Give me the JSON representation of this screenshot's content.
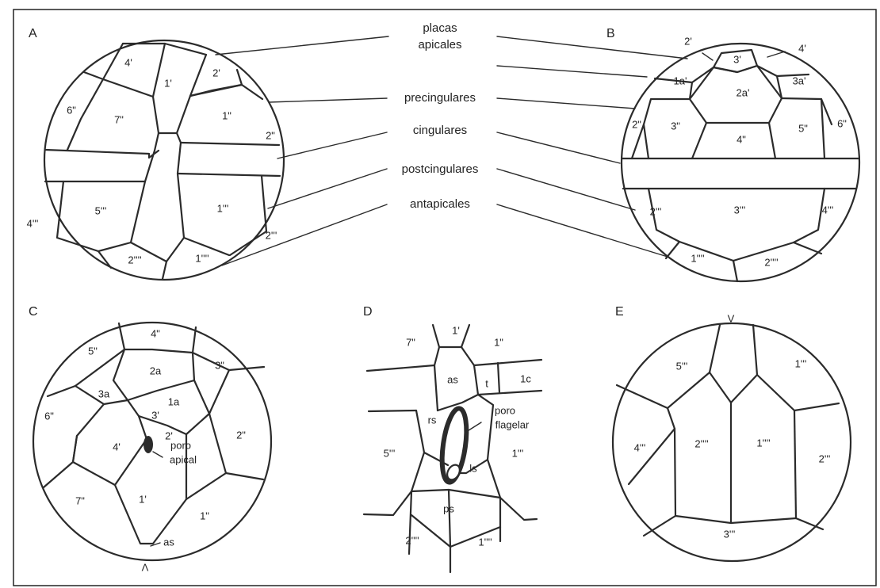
{
  "panels": {
    "a": "A",
    "b": "B",
    "c": "C",
    "d": "D",
    "e": "E"
  },
  "categories": {
    "apicales_1": "placas",
    "apicales_2": "apicales",
    "precingulares": "precingulares",
    "cingulares": "cingulares",
    "postcingulares": "postcingulares",
    "antapicales": "antapicales"
  },
  "plates_a": {
    "p4a": "4'",
    "p1a": "1'",
    "p2a": "2'",
    "p6": "6\"",
    "p7": "7\"",
    "p1": "1\"",
    "p2": "2\"",
    "p5post": "5'''",
    "p1post": "1'''",
    "p4post": "4'''",
    "p2post": "2'''",
    "p2ant": "2''''",
    "p1ant": "1''''"
  },
  "plates_b": {
    "p2a": "2'",
    "p3a": "3'",
    "p4a": "4'",
    "p1ai": "1a'",
    "p2ai": "2a'",
    "p3ai": "3a'",
    "p2": "2\"",
    "p3": "3\"",
    "p4": "4\"",
    "p5": "5\"",
    "p6": "6\"",
    "p2post": "2'''",
    "p3post": "3'''",
    "p4post": "4'''",
    "p1ant": "1''''",
    "p2ant": "2''''"
  },
  "plates_c": {
    "p4": "4\"",
    "p5": "5\"",
    "p3": "3\"",
    "p2i": "2a",
    "p3i": "3a",
    "p1i": "1a",
    "p6": "6\"",
    "p3a": "3'",
    "p2a": "2'",
    "p2": "2\"",
    "p4a": "4'",
    "poro1": "poro",
    "poro2": "apical",
    "p7": "7\"",
    "p1a": "1'",
    "p1": "1\"",
    "as": "as",
    "vmark": "Λ"
  },
  "plates_d": {
    "p1a": "1'",
    "p7": "7\"",
    "p1": "1\"",
    "as": "as",
    "t": "t",
    "c1": "1c",
    "rs": "rs",
    "poro1": "poro",
    "poro2": "flagelar",
    "p5post": "5'''",
    "ls": "ls",
    "p1post": "1'''",
    "ps": "ps",
    "p2ant": "2''''",
    "p1ant": "1''''"
  },
  "plates_e": {
    "vmark": "V",
    "p5post": "5'''",
    "p1post": "1'''",
    "p4post": "4'''",
    "p2ant": "2''''",
    "p1ant": "1''''",
    "p2post": "2'''",
    "p3post": "3'''"
  }
}
